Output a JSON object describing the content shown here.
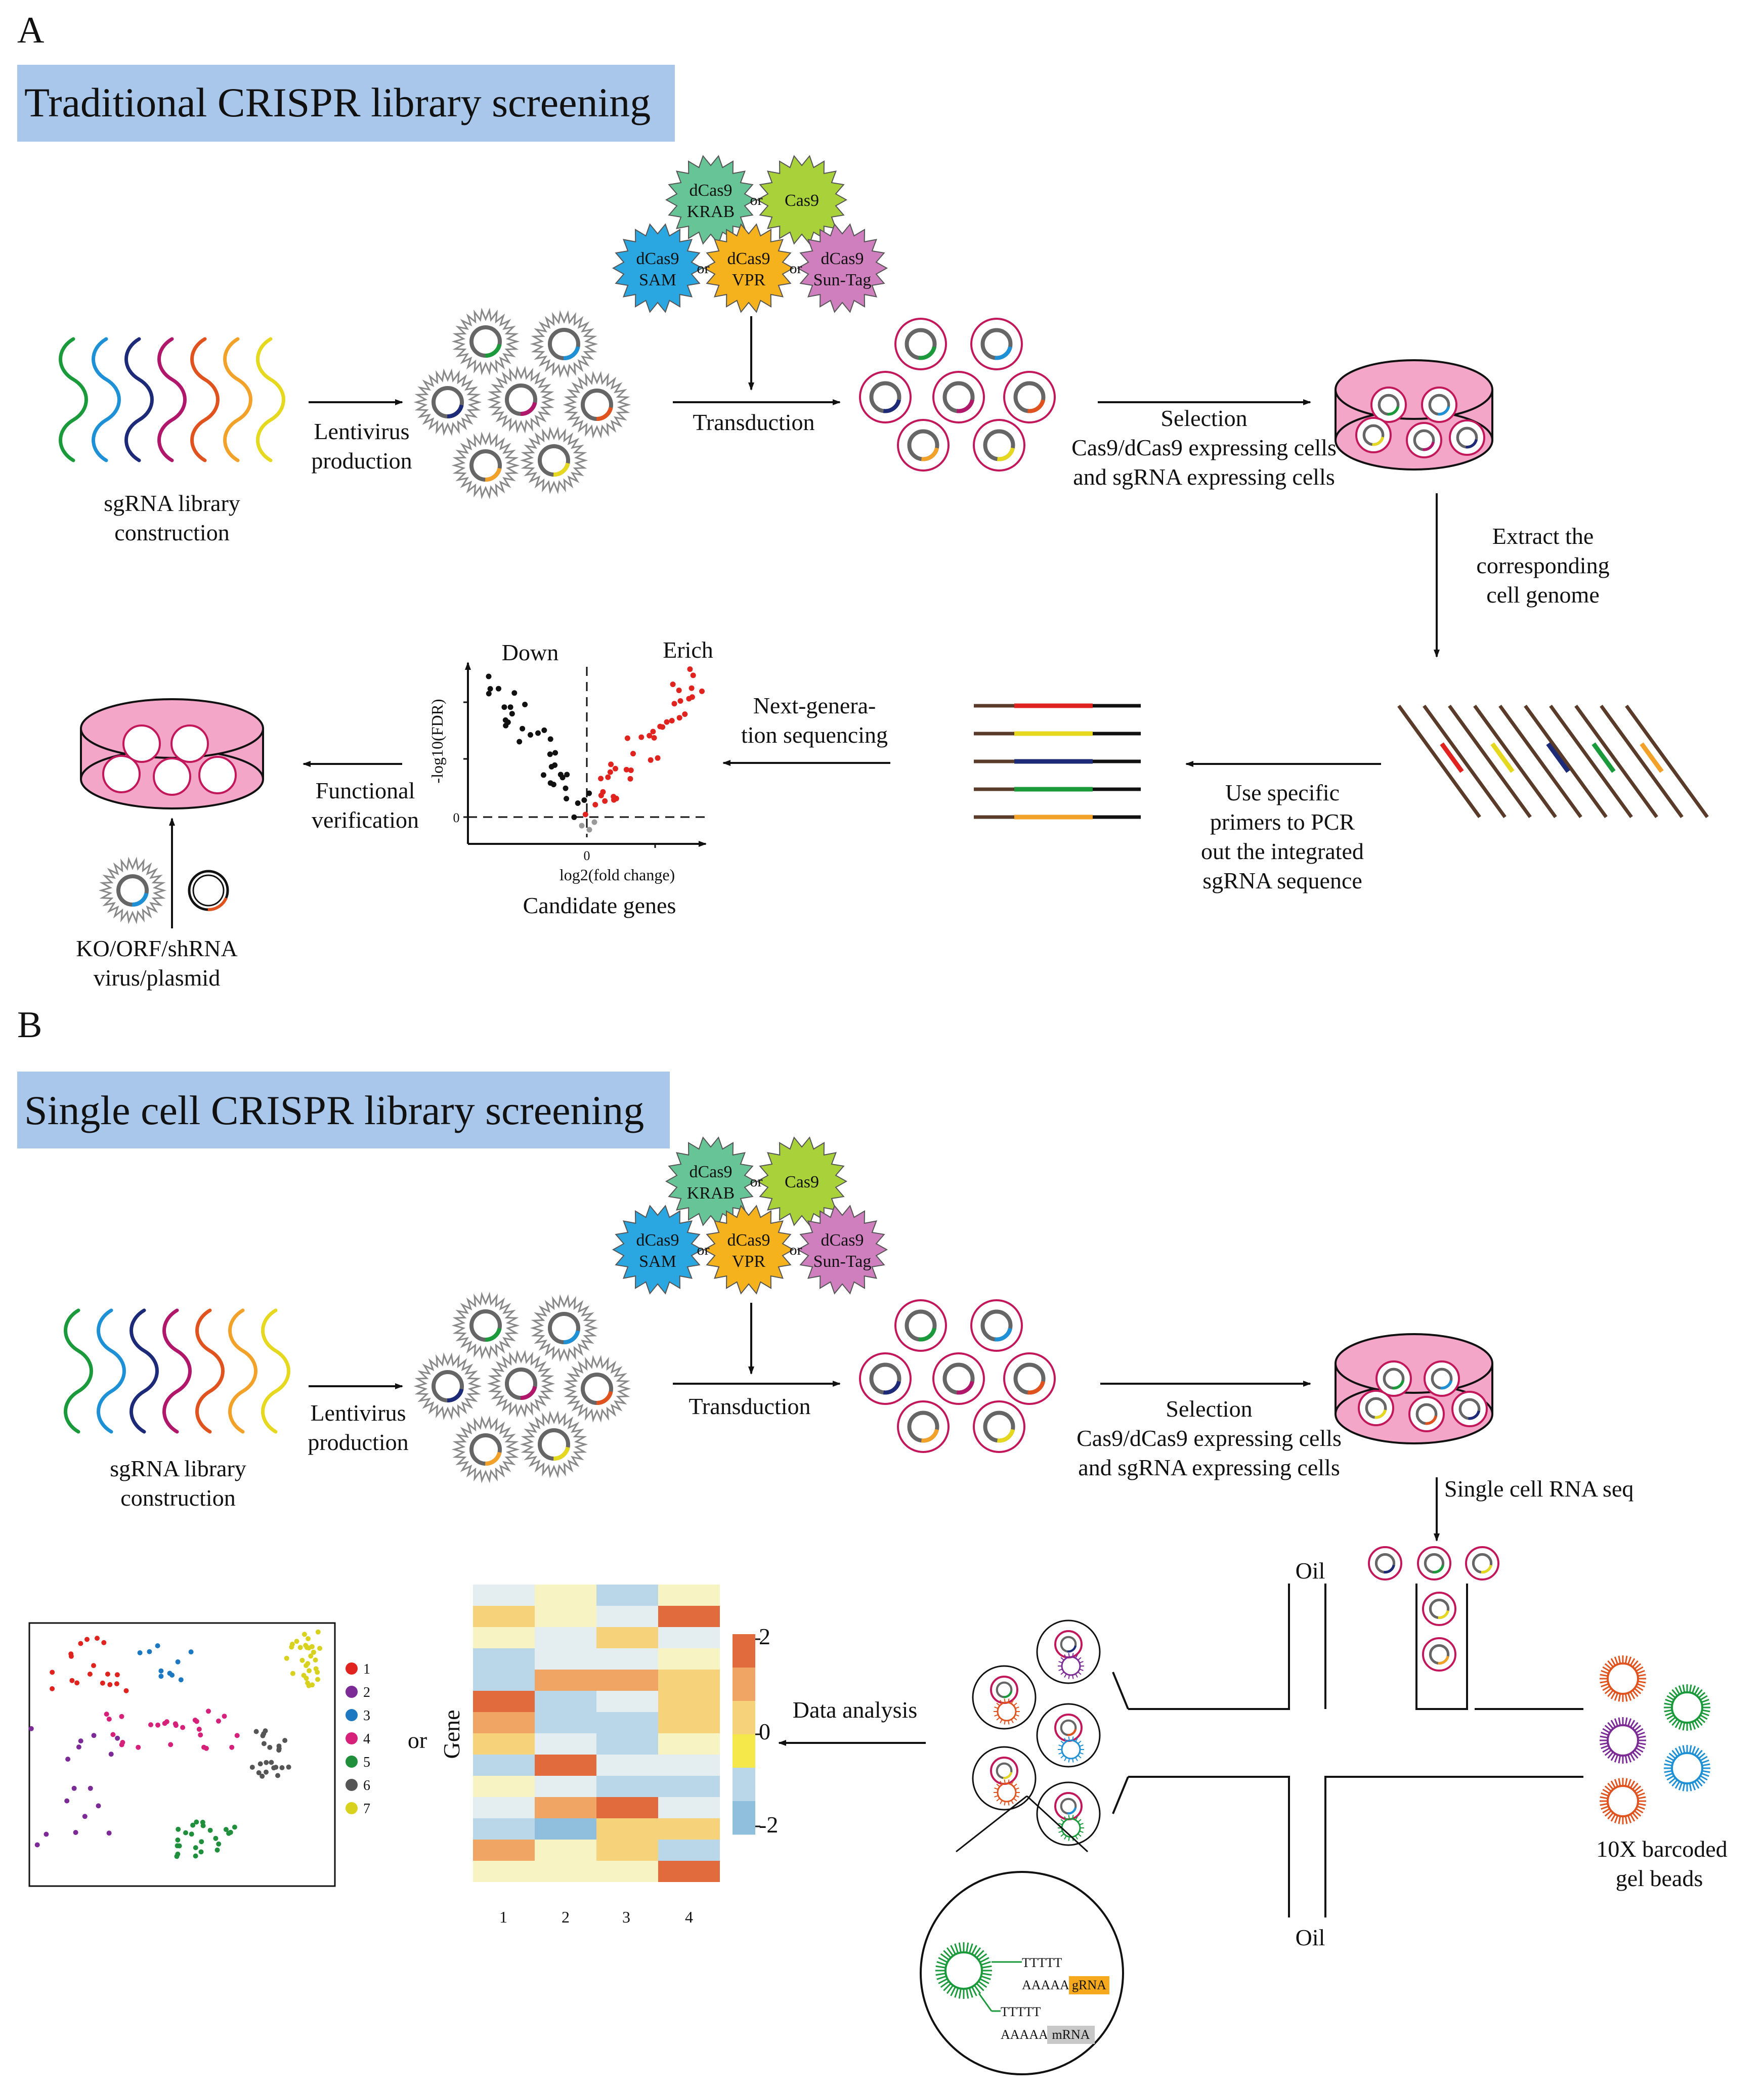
{
  "panel_a": {
    "letter": "A",
    "banner": "Traditional CRISPR library screening",
    "enzymes": {
      "dcas9_krab": [
        "dCas9",
        "KRAB"
      ],
      "cas9": "Cas9",
      "dcas9_sam": [
        "dCas9",
        "SAM"
      ],
      "dcas9_vpr": [
        "dCas9",
        "VPR"
      ],
      "dcas9_suntag": [
        "dCas9",
        "Sun-Tag"
      ],
      "or": "or"
    },
    "sgrna_library": [
      "sgRNA library",
      "construction"
    ],
    "lentivirus": [
      "Lentivirus",
      "production"
    ],
    "transduction": "Transduction",
    "selection": [
      "Selection",
      "Cas9/dCas9 expressing cells",
      "and sgRNA expressing cells"
    ],
    "extract": [
      "Extract the",
      "corresponding",
      "cell genome"
    ],
    "use_primers": [
      "Use specific",
      "primers to PCR",
      "out the integrated",
      "sgRNA sequence"
    ],
    "ngs": [
      "Next-genera-",
      "tion sequencing"
    ],
    "volcano": {
      "down": "Down",
      "erich": "Erich",
      "ylabel": "-log10(FDR)",
      "xlabel": "log2(fold change)",
      "ytick0": "0",
      "xtick0": "0",
      "caption": "Candidate genes"
    },
    "functional": [
      "Functional",
      "verification"
    ],
    "ko_orf": [
      "KO/ORF/shRNA",
      "virus/plasmid"
    ]
  },
  "panel_b": {
    "letter": "B",
    "banner": "Single cell CRISPR library screening",
    "sgrna_library": [
      "sgRNA library",
      "construction"
    ],
    "lentivirus": [
      "Lentivirus",
      "production"
    ],
    "transduction": "Transduction",
    "selection": [
      "Selection",
      "Cas9/dCas9 expressing cells",
      "and sgRNA expressing cells"
    ],
    "scrna": "Single cell RNA seq",
    "oil_top": "Oil",
    "oil_bottom": "Oil",
    "barcoded": [
      "10X barcoded",
      "gel beads"
    ],
    "data_analysis": "Data analysis",
    "or": "or",
    "heatmap": {
      "ylabel": "Gene",
      "xticks": [
        "1",
        "2",
        "3",
        "4"
      ],
      "scale": [
        "2",
        "0",
        "-2"
      ]
    },
    "cluster_legend": [
      "1",
      "2",
      "3",
      "4",
      "5",
      "6",
      "7"
    ],
    "zoom": {
      "tttt1": "TTTTT",
      "aaaa1": "AAAAA",
      "grna": "gRNA",
      "tttt2": "TTTTT",
      "aaaa2": "AAAAA",
      "mrna": "mRNA"
    }
  },
  "colors": {
    "banner": "#a9c7ea",
    "dish_pink": "#f3a6c8",
    "cell_ring": "#c2185b",
    "sgrna": [
      "#1a9a3a",
      "#1e90d6",
      "#1c2a78",
      "#b0176a",
      "#e0531f",
      "#f2a229",
      "#e6d81f"
    ],
    "krab": "#66c497",
    "cas9": "#a9d23a",
    "sam": "#2aa7e0",
    "vpr": "#f6b21c",
    "suntag": "#cf7fbe",
    "volcano_down": "#111111",
    "volcano_up": "#e0231f",
    "clusters": [
      "#e0231f",
      "#7b2a96",
      "#1c78c0",
      "#d6207a",
      "#1f8f3c",
      "#555555",
      "#d8d21e"
    ]
  }
}
